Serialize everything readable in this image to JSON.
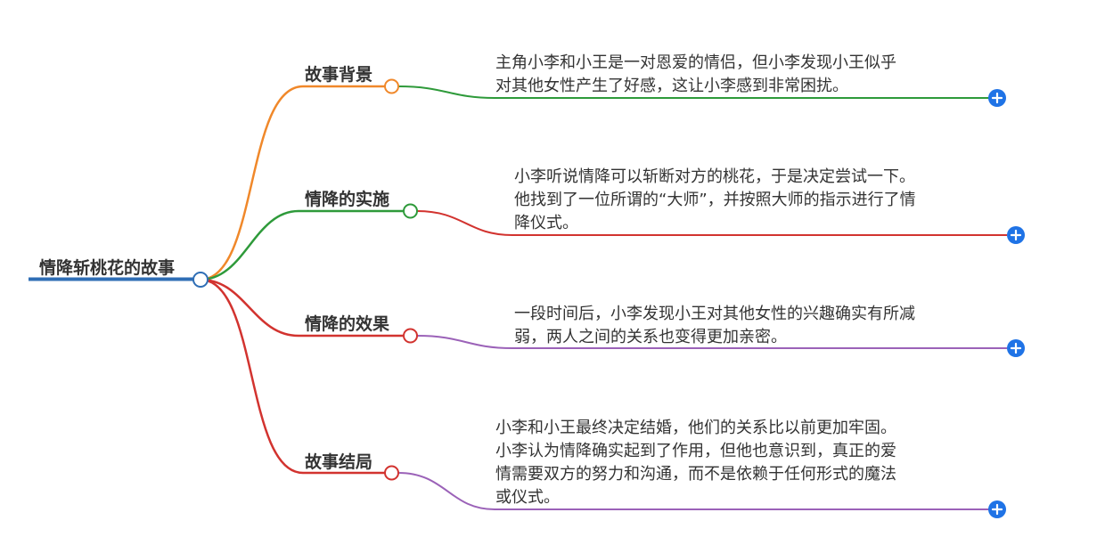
{
  "mindmap": {
    "root": {
      "label": "情降斩桃花的故事",
      "color": "#2f6eb5"
    },
    "branches": [
      {
        "label": "故事背景",
        "color": "#f0882a",
        "leaf_color": "#2e9a3a",
        "leaf_lines": [
          "主角小李和小王是一对恩爱的情侣，但小李发现小王似乎",
          "对其他女性产生了好感，这让小李感到非常困扰。"
        ]
      },
      {
        "label": "情降的实施",
        "color": "#2e9a3a",
        "leaf_color": "#d2332f",
        "leaf_lines": [
          "小李听说情降可以斩断对方的桃花，于是决定尝试一下。",
          "他找到了一位所谓的“大师”，并按照大师的指示进行了情",
          "降仪式。"
        ]
      },
      {
        "label": "情降的效果",
        "color": "#d2332f",
        "leaf_color": "#9b62b8",
        "leaf_lines": [
          "一段时间后，小李发现小王对其他女性的兴趣确实有所减",
          "弱，两人之间的关系也变得更加亲密。"
        ]
      },
      {
        "label": "故事结局",
        "color": "#d2332f",
        "leaf_color": "#9b62b8",
        "leaf_lines": [
          "小李和小王最终决定结婚，他们的关系比以前更加牢固。",
          "小李认为情降确实起到了作用，但他也意识到，真正的爱",
          "情需要双方的努力和沟通，而不是依赖于任何形式的魔法",
          "或仪式。"
        ]
      }
    ],
    "expand_button_color": "#1f73e6"
  }
}
